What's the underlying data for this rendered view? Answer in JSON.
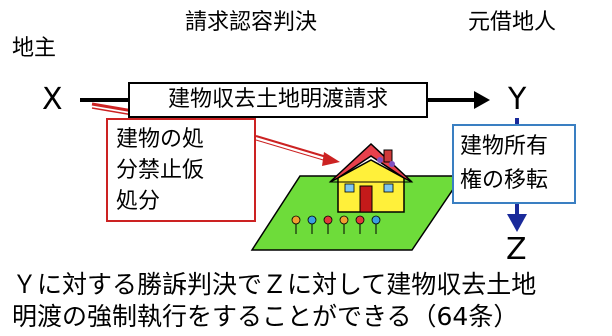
{
  "top_label": "請求認容判決",
  "landowner": {
    "role": "地主",
    "symbol": "X"
  },
  "tenant": {
    "role": "元借地人",
    "symbol": "Y"
  },
  "claim_box": "建物収去土地明渡請求",
  "injunction_box": [
    "建物の処",
    "分禁止仮",
    "処分"
  ],
  "transfer_box": [
    "建物所有",
    "権の移転"
  ],
  "transferee": {
    "symbol": "Z"
  },
  "caption": [
    "Ｙに対する勝訴判決でＺに対して建物収去土地",
    "明渡の強制執行をすることができる（64条）"
  ],
  "colors": {
    "injunction_border": "#cc2222",
    "transfer_border": "#3a7fc2",
    "down_arrow": "#1a2a9a",
    "claim_border": "#000000"
  },
  "icons": [
    "house-illustration"
  ]
}
